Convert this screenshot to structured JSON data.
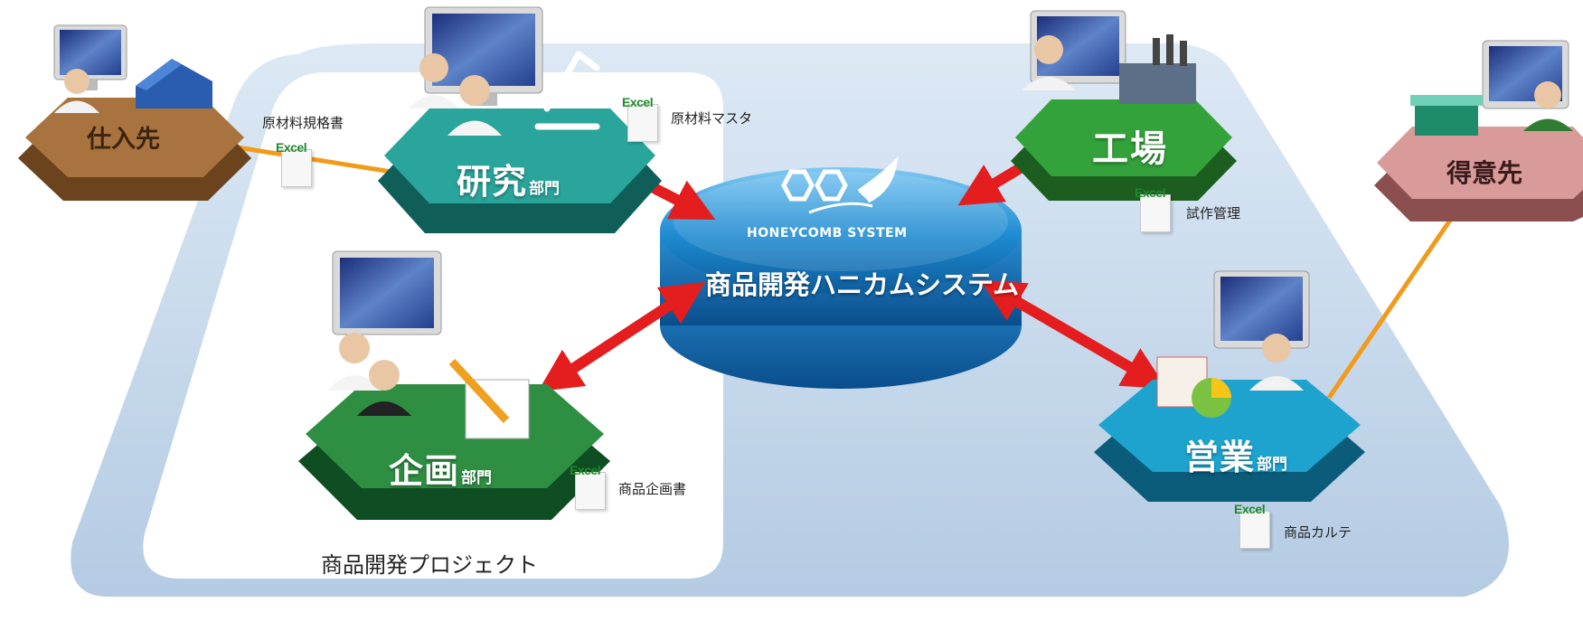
{
  "nodes": {
    "supplier": {
      "title": "仕入先"
    },
    "research": {
      "title": "研究",
      "suffix": "部門"
    },
    "planning": {
      "title": "企画",
      "suffix": "部門"
    },
    "factory": {
      "title": "工場"
    },
    "sales": {
      "title": "営業",
      "suffix": "部門"
    },
    "customer": {
      "title": "得意先"
    }
  },
  "system": {
    "logo_text": "HONEYCOMB SYSTEM",
    "name": "商品開発ハニカムシステム"
  },
  "project_area": {
    "label": "商品開発プロジェクト"
  },
  "documents": {
    "excel_tag": "Excel",
    "raw_material_spec": "原材料規格書",
    "raw_material_master": "原材料マスタ",
    "trial_management": "試作管理",
    "product_plan": "商品企画書",
    "product_chart": "商品カルテ"
  },
  "colors": {
    "supplier": "#a8733e",
    "research": "#2aa59b",
    "planning": "#2e8f43",
    "factory": "#34a23a",
    "sales": "#1ea3cf",
    "customer": "#d99a9a",
    "system": "#1e86cf",
    "red_arrow": "#e41e1e",
    "orange_arrow": "#f29a1a",
    "background_area": "#c3d6ea"
  }
}
